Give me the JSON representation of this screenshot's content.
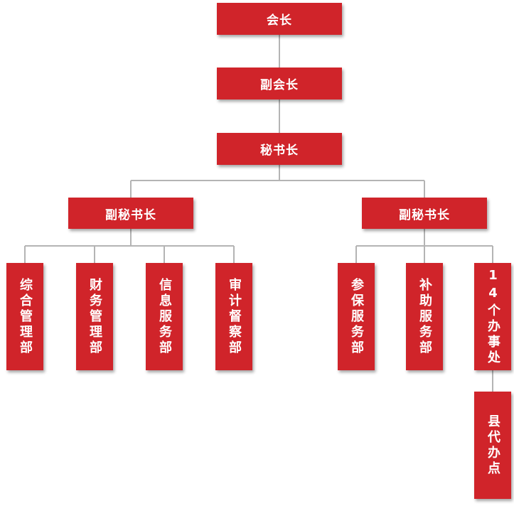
{
  "colors": {
    "node_fill": "#d0242a",
    "node_text": "#ffffff",
    "connector": "#b4b4b4"
  },
  "nodes": {
    "president": "会长",
    "vice_president": "副会长",
    "secretary_general": "秘书长",
    "deputy_secretary_left": "副秘书长",
    "deputy_secretary_right": "副秘书长",
    "dept_general_management": "综合管理部",
    "dept_finance": "财务管理部",
    "dept_information_service": "信息服务部",
    "dept_audit_supervision": "审计督察部",
    "dept_insurance_service": "参保服务部",
    "dept_subsidy_service": "补助服务部",
    "offices_14": "14个办事处",
    "county_agencies": "县代办点"
  }
}
